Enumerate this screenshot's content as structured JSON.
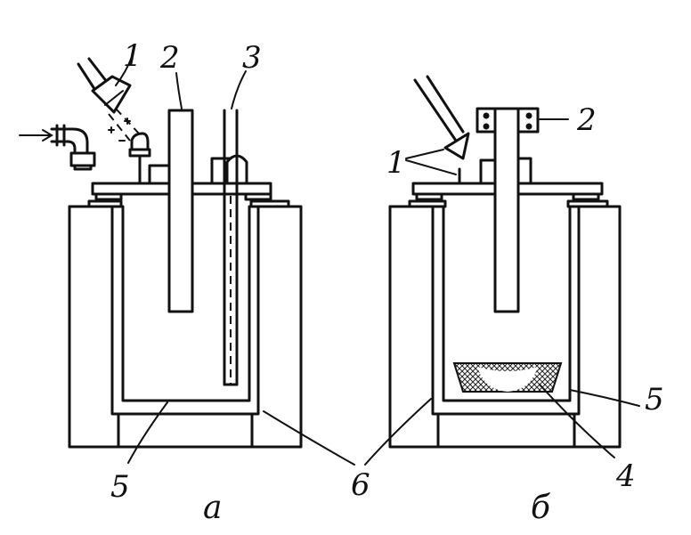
{
  "panel_a": {
    "caption": "а",
    "labels": {
      "nozzle": "1",
      "electrode": "2",
      "tube": "3",
      "crucible": "5",
      "casing": "6"
    }
  },
  "panel_b": {
    "caption": "б",
    "labels": {
      "nozzle": "1",
      "electrode": "2",
      "melt": "4",
      "crucible": "5"
    }
  }
}
